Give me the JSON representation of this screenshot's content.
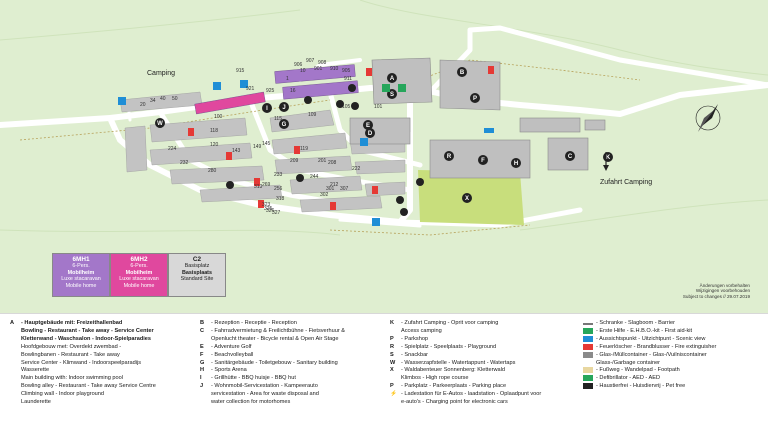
{
  "map": {
    "label_camping_top": "Camping",
    "label_zufahrt": "Zufahrt Camping",
    "note_lines": [
      "Änderungen vorbehalten",
      "Wijzigingen voorbehouden",
      "Subject to changes // 29.07.2019"
    ],
    "building_letters": [
      {
        "id": "A",
        "label": "A"
      },
      {
        "id": "B",
        "label": "B"
      },
      {
        "id": "C",
        "label": "C"
      },
      {
        "id": "D",
        "label": "D"
      },
      {
        "id": "E",
        "label": "E"
      },
      {
        "id": "F",
        "label": "F"
      },
      {
        "id": "G",
        "label": "G"
      },
      {
        "id": "H",
        "label": "H"
      },
      {
        "id": "I",
        "label": "I"
      },
      {
        "id": "J",
        "label": "J"
      },
      {
        "id": "K",
        "label": "K"
      },
      {
        "id": "P",
        "label": "P"
      },
      {
        "id": "R",
        "label": "R"
      },
      {
        "id": "S",
        "label": "S"
      },
      {
        "id": "W",
        "label": "W"
      },
      {
        "id": "X",
        "label": "X"
      }
    ],
    "pitch_numbers": [
      "1",
      "10",
      "16",
      "20",
      "34",
      "40",
      "50",
      "100",
      "101",
      "105",
      "109",
      "115",
      "118",
      "119",
      "120",
      "143",
      "145",
      "149",
      "201",
      "208",
      "209",
      "212",
      "222",
      "224",
      "232",
      "233",
      "244",
      "256",
      "269",
      "280",
      "301",
      "302",
      "307",
      "313",
      "318",
      "323",
      "325",
      "326",
      "327",
      "901",
      "905",
      "906",
      "907",
      "908",
      "910",
      "911",
      "915",
      "925",
      "921"
    ],
    "mobile_homes": [
      {
        "code": "6MH1",
        "line1": "6-Pers.",
        "line2": "Mobilheim",
        "line3": "Luxe stacaravan",
        "line4": "Mobile home",
        "color": "#a377c9"
      },
      {
        "code": "6MH2",
        "line1": "6-Pers.",
        "line2": "Mobilheim",
        "line3": "Luxe stacaravan",
        "line4": "Mobile home",
        "color": "#e0489e"
      },
      {
        "code": "C2",
        "line1": "Basisplatz",
        "line2": "Basisplaats",
        "line3": "Standard Site",
        "line4": "",
        "color": "#d8d8d8"
      }
    ]
  },
  "legend": {
    "col1": [
      {
        "key": "A",
        "lines": [
          "- Hauptgebäude mit: Freizeithallenbad",
          "Bowling - Restaurant - Take away - Service Center",
          "Kletterwand - Waschsalon - Indoor-Spielparadies",
          "Hoofdgebouw met: Overdekt zwembad -",
          "Bowlingbanen - Restaurant - Take away",
          "Service Center - Klimwand - Indoorspeelparadijs",
          "Wasserette",
          "Main building with: Indoor swimming pool",
          "Bowling alley - Restaurant - Take away Service Centre",
          "Climbing wall - Indoor playground",
          "Launderette"
        ]
      }
    ],
    "col2": [
      {
        "key": "B",
        "text": "- Rezeption - Receptie - Reception"
      },
      {
        "key": "C",
        "text": "- Fahrradvermietung & Freilichtbühne - Fietsverhuur &"
      },
      {
        "key": "",
        "text": "Openlucht theater - Bicycle rental & Open Air Stage"
      },
      {
        "key": "E",
        "text": "- Adventure Golf"
      },
      {
        "key": "F",
        "text": "- Beachvolleyball"
      },
      {
        "key": "G",
        "text": "- Sanitärgebäude - Toiletgebouw - Sanitary building"
      },
      {
        "key": "H",
        "text": "- Sports Arena"
      },
      {
        "key": "I",
        "text": "- Grillhütte - BBQ huisje - BBQ hut"
      },
      {
        "key": "J",
        "text": "- Wohnmobil-Servicestation - Kampeerauto"
      },
      {
        "key": "",
        "text": "servicestation - Area for waste disposal and"
      },
      {
        "key": "",
        "text": "water collection for motorhomes"
      }
    ],
    "col3": [
      {
        "key": "K",
        "text": "- Zufahrt Camping - Oprit voor camping"
      },
      {
        "key": "",
        "text": "Access camping"
      },
      {
        "key": "P",
        "text": "- Parkshop"
      },
      {
        "key": "R",
        "text": "- Spielplatz - Speelplaats - Playground"
      },
      {
        "key": "S",
        "text": "- Snackbar"
      },
      {
        "key": "W",
        "text": "- Wasserzapfstelle - Watertappunt - Watertaps"
      },
      {
        "key": "X",
        "text": "- Waldabenteuer Sonnenberg: Kletterwald"
      },
      {
        "key": "",
        "text": "Klimbos - High rope course"
      },
      {
        "key": "P",
        "text": "- Parkplatz - Parkeerplaats - Parking place"
      },
      {
        "key": "⚡",
        "text": "- Ladestation für E-Autos - laadstation - Oplaadpunt voor"
      },
      {
        "key": "",
        "text": "e-auto's - Charging point for electronic cars"
      }
    ],
    "col4": [
      {
        "sym": "barrier",
        "text": "- Schranke - Slagboom - Barrier"
      },
      {
        "sym": "firstaid",
        "text": "- Erste Hilfe - E.H.B.O.-kit - First aid-kit"
      },
      {
        "sym": "scenic",
        "text": "- Aussichtspunkt - Uitzichtpunt - Scenic view"
      },
      {
        "sym": "fire",
        "text": "- Feuerlöscher - Brandblusser - Fire extinguisher"
      },
      {
        "sym": "glass",
        "text": "- Glas-/Müllcontainer - Glas-/Vuilniscontainer"
      },
      {
        "sym": "",
        "text": "Glass-/Garbage container"
      },
      {
        "sym": "footpath",
        "text": "- Fußweg - Wandelpad - Footpath"
      },
      {
        "sym": "aed",
        "text": "- Defibrillator - AED - AED"
      },
      {
        "sym": "pet",
        "text": "- Haustierfrei - Huisdiervrij - Pet free"
      }
    ]
  },
  "colors": {
    "grass": "#dfeed0",
    "road": "#ffffff",
    "building": "#bfbfbf",
    "green_field": "#c8de7c",
    "mh1": "#a377c9",
    "mh2": "#e0489e",
    "parking": "#1f8ed6",
    "fire": "#e53935",
    "aed": "#26a65b"
  }
}
